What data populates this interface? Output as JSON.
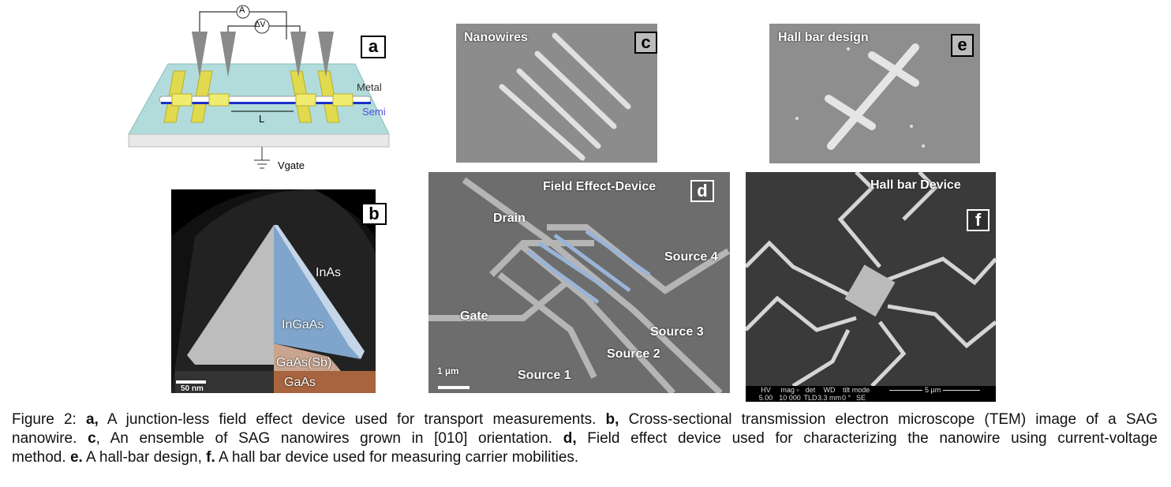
{
  "panel_a": {
    "label": "a",
    "meter_a": "A",
    "meter_v": "ΔV",
    "metal": "Metal",
    "semi": "Semi",
    "length": "L",
    "gate": "Vgate"
  },
  "panel_b": {
    "label": "b",
    "layers": [
      "InAs",
      "InGaAs",
      "GaAs(Sb)",
      "GaAs"
    ],
    "scale": "50 nm"
  },
  "panel_c": {
    "label": "c",
    "title": "Nanowires"
  },
  "panel_d": {
    "label": "d",
    "title": "Field Effect-Device",
    "terminals": [
      "Drain",
      "Gate",
      "Source 1",
      "Source 2",
      "Source 3",
      "Source 4"
    ],
    "scale": "1 µm"
  },
  "panel_e": {
    "label": "e",
    "title": "Hall bar design"
  },
  "panel_f": {
    "label": "f",
    "title": "Hall bar Device",
    "info_headers": [
      "HV",
      "mag ▫",
      "det",
      "WD",
      "tilt",
      "mode"
    ],
    "info_values": [
      "5.00 kV",
      "10 000 x",
      "TLD",
      "3.3 mm",
      "0 °",
      "SE"
    ],
    "scale": "5 µm"
  },
  "caption": {
    "l1": [
      {
        "t": "Figure 2: "
      },
      {
        "t": "a,",
        "b": 1
      },
      {
        "t": " A junction-less field effect device used for transport measurements. "
      },
      {
        "t": "b,",
        "b": 1
      },
      {
        "t": " Cross-sectional transmission electron microscope (TEM) image of a SAG"
      }
    ],
    "l2": [
      {
        "t": "nanowire. "
      },
      {
        "t": "c",
        "b": 1
      },
      {
        "t": ", An ensemble of SAG nanowires grown in [010] orientation. "
      },
      {
        "t": "d,",
        "b": 1
      },
      {
        "t": " Field effect device used for characterizing the nanowire using current-voltage"
      }
    ],
    "l3": [
      {
        "t": "method. "
      },
      {
        "t": "e.",
        "b": 1
      },
      {
        "t": " A hall-bar design, "
      },
      {
        "t": "f.",
        "b": 1
      },
      {
        "t": " A hall bar device used for measuring carrier mobilities."
      }
    ]
  }
}
